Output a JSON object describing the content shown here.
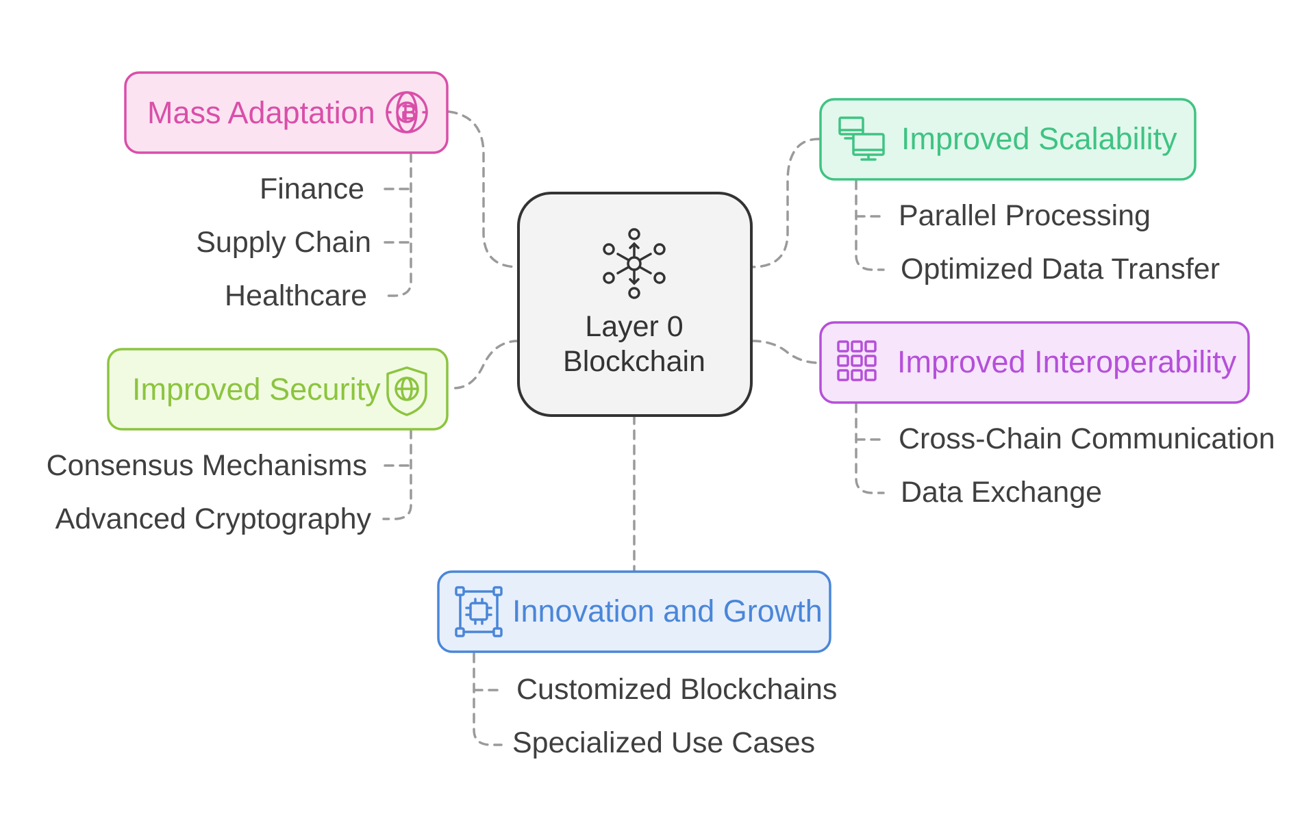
{
  "center": {
    "title_line1": "Layer 0",
    "title_line2": "Blockchain",
    "icon": "network-hub-icon"
  },
  "branches": [
    {
      "id": "mass-adaptation",
      "title": "Mass Adaptation",
      "icon": "bitcoin-globe-icon",
      "color": "#d94fa8",
      "fill": "#fbe3f2",
      "items": [
        "Finance",
        "Supply Chain",
        "Healthcare"
      ]
    },
    {
      "id": "improved-security",
      "title": "Improved Security",
      "icon": "shield-globe-icon",
      "color": "#8cc43f",
      "fill": "#f1fbe2",
      "items": [
        "Consensus Mechanisms",
        "Advanced Cryptography"
      ]
    },
    {
      "id": "improved-scalability",
      "title": "Improved Scalability",
      "icon": "computers-icon",
      "color": "#3fc383",
      "fill": "#e2f8ec",
      "items": [
        "Parallel Processing",
        "Optimized Data Transfer"
      ]
    },
    {
      "id": "improved-interoperability",
      "title": "Improved Interoperability",
      "icon": "node-grid-icon",
      "color": "#b54fd9",
      "fill": "#f6e5fb",
      "items": [
        "Cross-Chain Communication",
        "Data Exchange"
      ]
    },
    {
      "id": "innovation-and-growth",
      "title": "Innovation and Growth",
      "icon": "chip-frame-icon",
      "color": "#4a86d8",
      "fill": "#e7effb",
      "items": [
        "Customized Blockchains",
        "Specialized Use Cases"
      ]
    }
  ],
  "connector_color": "#9a9a9a",
  "center_border_color": "#333333",
  "center_fill": "#f3f3f3"
}
